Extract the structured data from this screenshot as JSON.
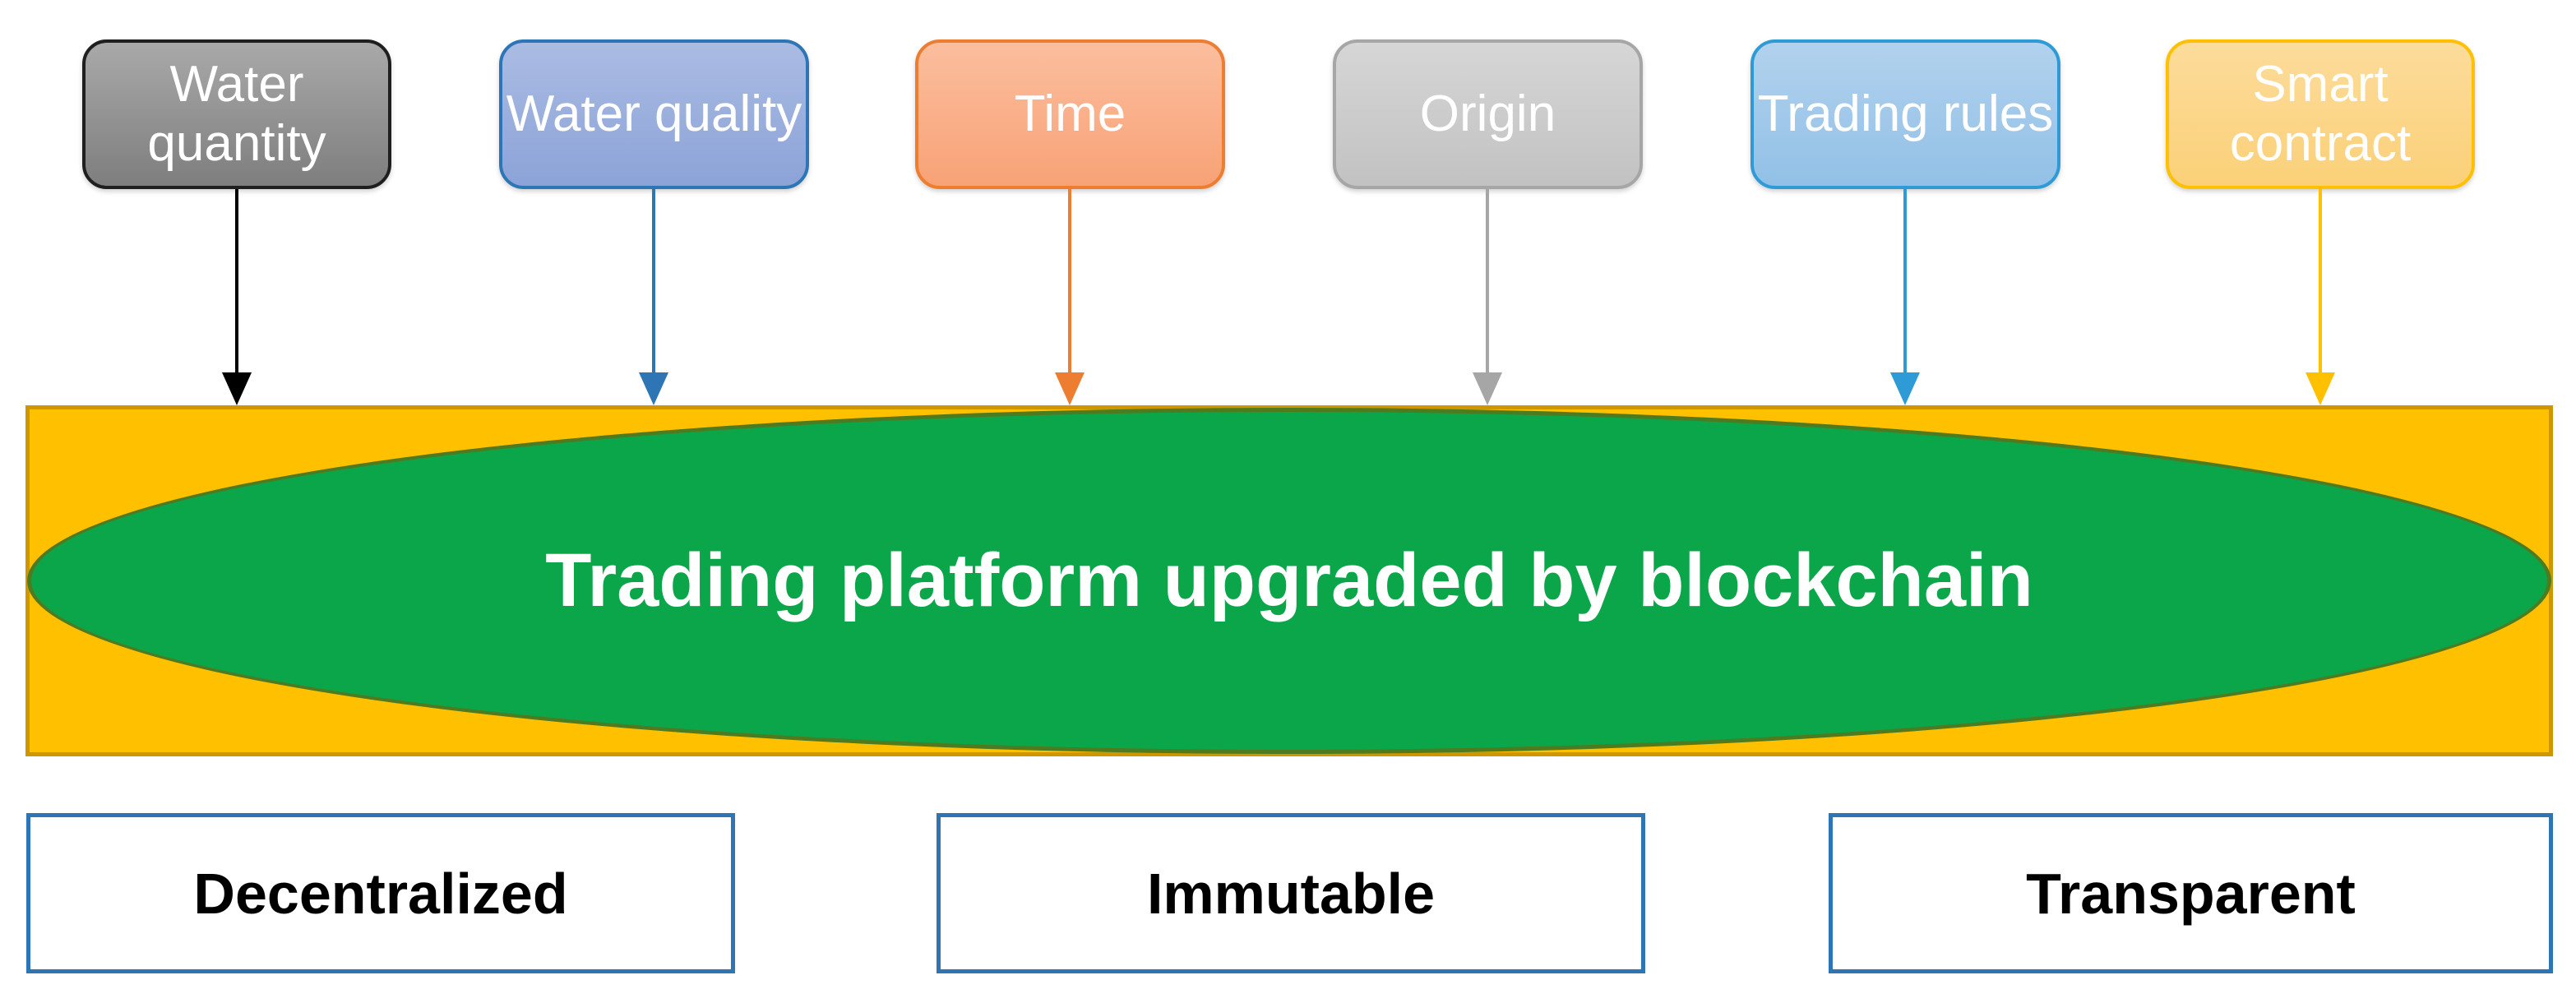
{
  "diagram": {
    "platform": {
      "label": "Trading platform upgraded by blockchain",
      "band_fill": "#FFC000",
      "band_border": "#D09600",
      "ellipse_fill": "#0CA64A",
      "ellipse_border": "#4E7B1F",
      "text_color": "#FFFFFF"
    },
    "sources": [
      {
        "label": "Water quantity",
        "fill_top": "#A9A9A9",
        "fill_bottom": "#7E7E7E",
        "border": "#1F1F1F",
        "arrow": "#000000"
      },
      {
        "label": "Water quality",
        "fill_top": "#ABBCE3",
        "fill_bottom": "#8CA3D8",
        "border": "#2E75B6",
        "arrow": "#2E75B6"
      },
      {
        "label": "Time",
        "fill_top": "#FBBE9E",
        "fill_bottom": "#F8A276",
        "border": "#ED7D31",
        "arrow": "#ED7D31"
      },
      {
        "label": "Origin",
        "fill_top": "#D6D6D6",
        "fill_bottom": "#C2C2C2",
        "border": "#A6A6A6",
        "arrow": "#A6A6A6"
      },
      {
        "label": "Trading rules",
        "fill_top": "#B2D2EE",
        "fill_bottom": "#92C0E6",
        "border": "#2E9BD6",
        "arrow": "#2E9BD6"
      },
      {
        "label": "Smart contract",
        "fill_top": "#FCDC9B",
        "fill_bottom": "#FBD078",
        "border": "#FFC000",
        "arrow": "#FFC000"
      }
    ],
    "properties": [
      {
        "label": "Decentralized"
      },
      {
        "label": "Immutable"
      },
      {
        "label": "Transparent"
      }
    ],
    "property_border": "#2E75B6",
    "property_text": "#000000"
  }
}
